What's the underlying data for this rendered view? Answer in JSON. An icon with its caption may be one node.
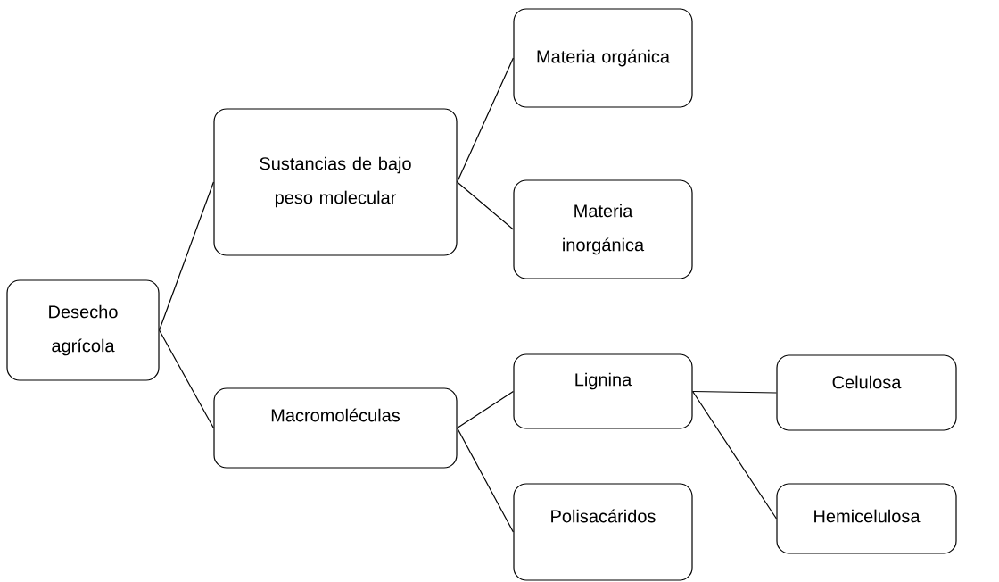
{
  "diagram": {
    "nodes": [
      {
        "text": [
          "Desecho agrícola"
        ]
      },
      {
        "text": [
          "Sustancias de bajo peso molecular"
        ]
      },
      {
        "text": [
          "Macromoléculas"
        ]
      },
      {
        "text": [
          "Materia orgánica"
        ]
      },
      {
        "text": [
          "Materia inorgánica"
        ]
      },
      {
        "text": [
          "Lignina"
        ]
      },
      {
        "text": [
          "Polisacáridos"
        ]
      },
      {
        "text": [
          "Celulosa"
        ]
      },
      {
        "text": [
          "Hemicelulosa"
        ]
      }
    ],
    "edges": [
      {
        "from": 0,
        "to": 1,
        "arrow": "none"
      },
      {
        "from": 0,
        "to": 2,
        "arrow": "none"
      },
      {
        "from": 1,
        "to": 3,
        "arrow": "none"
      },
      {
        "from": 1,
        "to": 4,
        "arrow": "none"
      },
      {
        "from": 2,
        "to": 5,
        "arrow": "none"
      },
      {
        "from": 2,
        "to": 6,
        "arrow": "none"
      },
      {
        "from": 5,
        "to": 7,
        "arrow": "none"
      },
      {
        "from": 5,
        "to": 8,
        "arrow": "none"
      }
    ]
  }
}
